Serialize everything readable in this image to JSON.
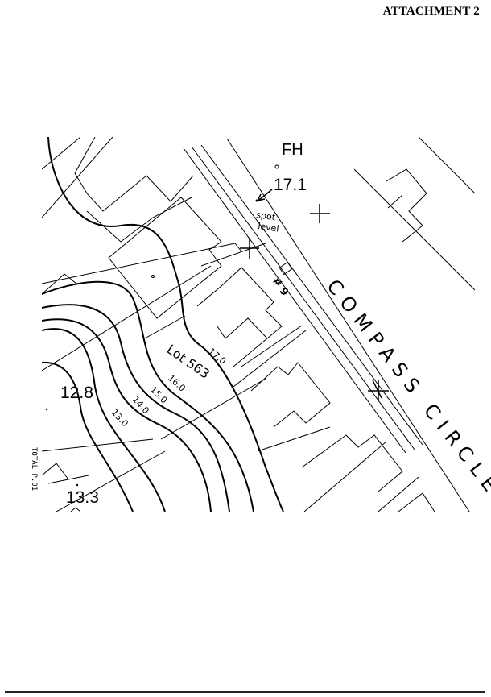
{
  "header": {
    "attachment": "ATTACHMENT 2"
  },
  "map": {
    "fire_hydrant": "FH",
    "spot_levels": {
      "top": "17.1",
      "left": "12.8",
      "bottom": "13.3"
    },
    "spot_level_note_line1": "spot",
    "spot_level_note_line2": "level",
    "house_number": "# 9",
    "street_name": "COMPASS CIRCLE",
    "lot_label": "Lot 563",
    "contours": [
      "17.0",
      "16.0",
      "15.0",
      "14.0",
      "13.0"
    ],
    "fax_footer": "TOTAL P.01"
  }
}
